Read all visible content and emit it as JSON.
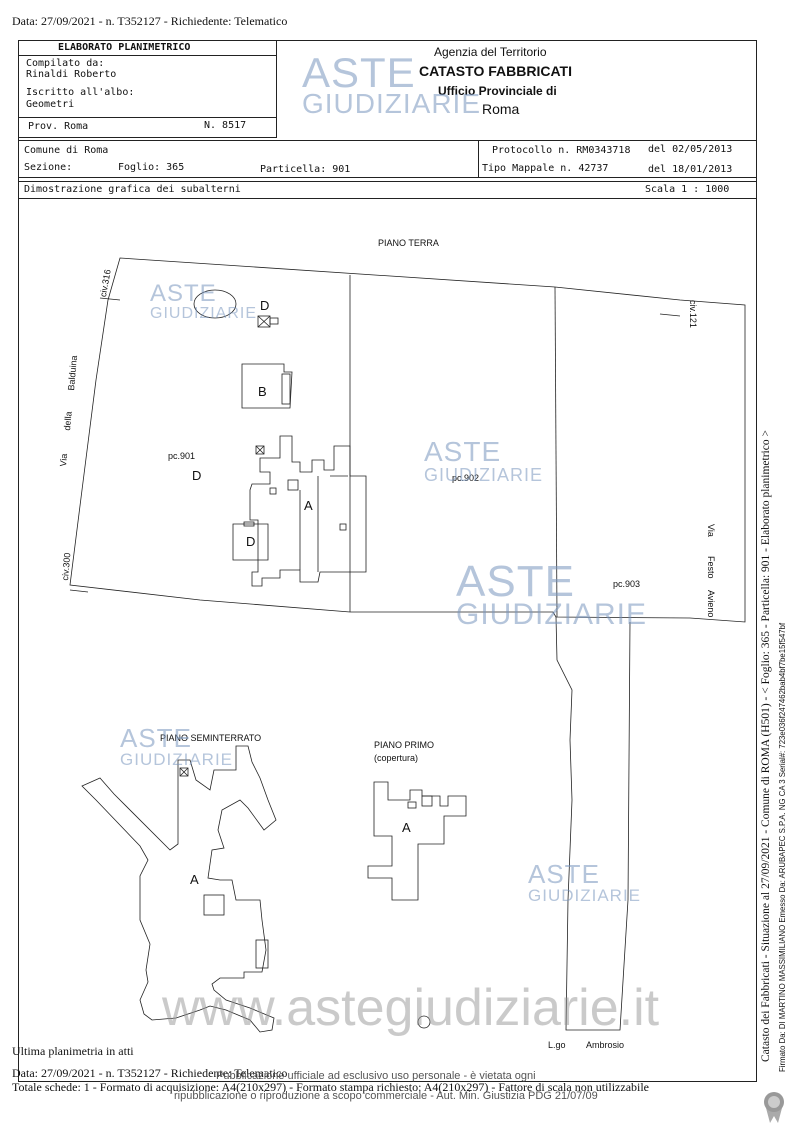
{
  "top_line": "Data: 27/09/2021 - n. T352127 - Richiedente: Telematico",
  "header": {
    "title": "ELABORATO PLANIMETRICO",
    "compilato_label": "Compilato da:",
    "compilato_name": "Rinaldi Roberto",
    "iscritto_label": "Iscritto all'albo:",
    "iscritto_value": "Geometri",
    "prov": "Prov. Roma",
    "numero": "N. 8517",
    "agency": "Agenzia del Territorio",
    "catasto": "CATASTO FABBRICATI",
    "ufficio": "Ufficio Provinciale di",
    "city": "Roma"
  },
  "info": {
    "comune": "Comune di Roma",
    "sezione": "Sezione:",
    "foglio": "Foglio: 365",
    "particella": "Particella: 901",
    "protocollo": "Protocollo n. RM0343718",
    "protocollo_date": "del  02/05/2013",
    "tipo_mappale": "Tipo Mappale n. 42737",
    "tipo_date": "del 18/01/2013",
    "dimostrazione": "Dimostrazione grafica dei subalterni",
    "scala": "Scala 1 : 1000"
  },
  "plan": {
    "piano_terra": "PIANO TERRA",
    "piano_seminterrato": "PIANO SEMINTERRATO",
    "piano_primo": "PIANO PRIMO",
    "copertura": "(copertura)",
    "pc901": "pc.901",
    "pc902": "pc.902",
    "pc903": "pc.903",
    "civ316": "civ.316",
    "civ300": "civ.300",
    "civ121": "civ.121",
    "street_via": "Via",
    "street_della": "della",
    "street_balduina": "Balduina",
    "street2_via": "Via",
    "street2_festo": "Festo",
    "street2_avieno": "Avieno",
    "lgo": "L.go",
    "ambrosio": "Ambrosio",
    "sub_d1": "D",
    "sub_b": "B",
    "sub_d2": "D",
    "sub_a": "A",
    "sub_d3": "D",
    "sub_a_semi": "A",
    "sub_a_primo": "A"
  },
  "watermark": {
    "aste": "ASTE",
    "giudiziarie": "GIUDIZIARIE",
    "site": "www.astegiudiziarie.it"
  },
  "footer": {
    "ultima": "Ultima planimetria in atti",
    "data_line": "Data: 27/09/2021 - n. T352127 - Richiedente: Telematico",
    "totale": "Totale schede: 1 - Formato di acquisizione: A4(210x297) - Formato stampa richiesto: A4(210x297) - Fattore di scala non utilizzabile",
    "pubblicazione": "Pubblicazione ufficiale ad esclusivo uso personale - è vietata ogni",
    "ripubblicazione": "ripubblicazione o riproduzione a scopo commerciale - Aut. Min. Giustizia PDG 21/07/09"
  },
  "side": {
    "vertical_main": "Catasto dei Fabbricati - Situazione al 27/09/2021 - Comune di ROMA (H501) - < Foglio: 365 - Particella: 901 - Elaborato planimetrico >",
    "vertical_small": "Firmato Da: DI MARTINO MASSIMILIANO Emesso Da: ARUBAPEC S.P.A. NG CA 3 Serial#: 723e036f247462bab4bf7be15f547bf"
  }
}
